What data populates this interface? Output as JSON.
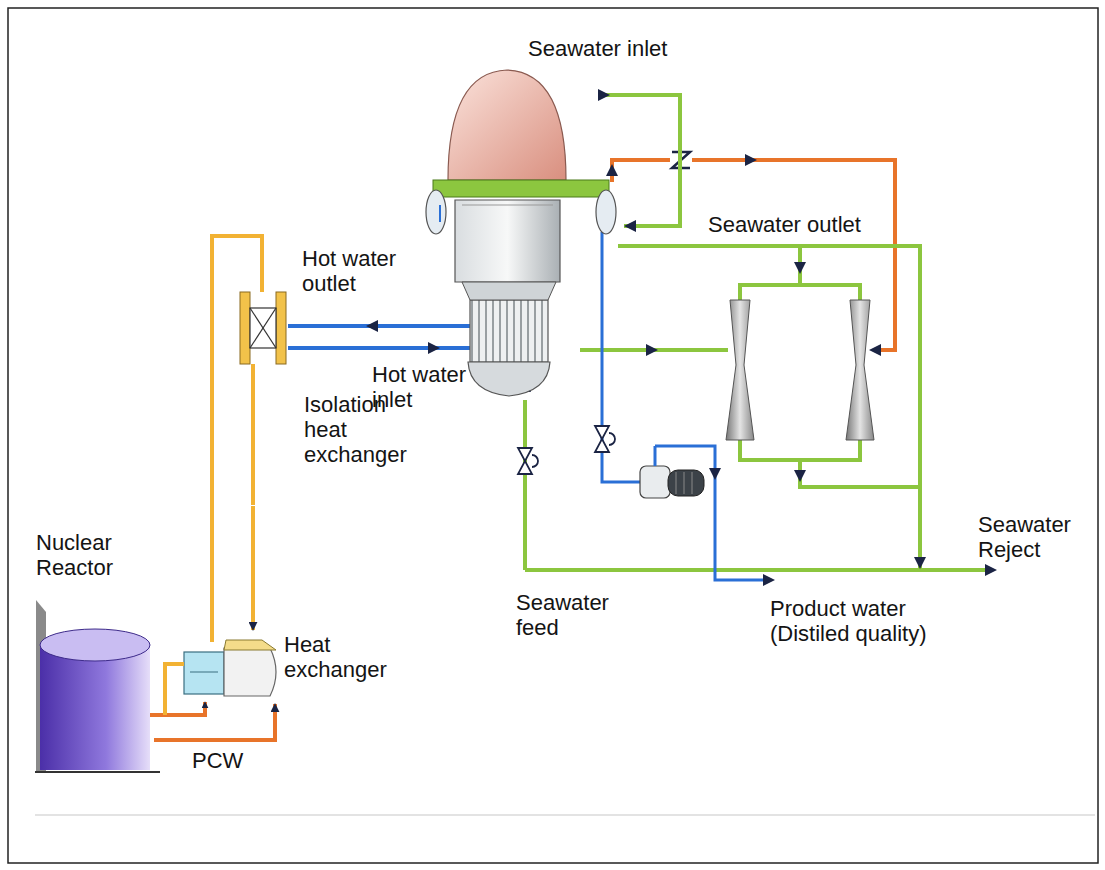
{
  "diagram": {
    "nodes": [
      {
        "text": [
          "Nuclear Reactor"
        ]
      },
      {
        "text": [
          "Heat exchanger"
        ]
      },
      {
        "text": [
          "Isolation heat exchanger"
        ]
      }
    ],
    "edges": [
      {
        "from": 0,
        "to": 1,
        "arrow": "to",
        "label": "PCW"
      },
      {
        "from": 2,
        "to": 1,
        "arrow": "to"
      }
    ],
    "labels": [
      "Seawater inlet",
      "Seawater outlet",
      "Hot water outlet",
      "Hot water inlet",
      "Seawater feed",
      "Seawater Reject",
      "Product water (Distiled quality)"
    ]
  }
}
